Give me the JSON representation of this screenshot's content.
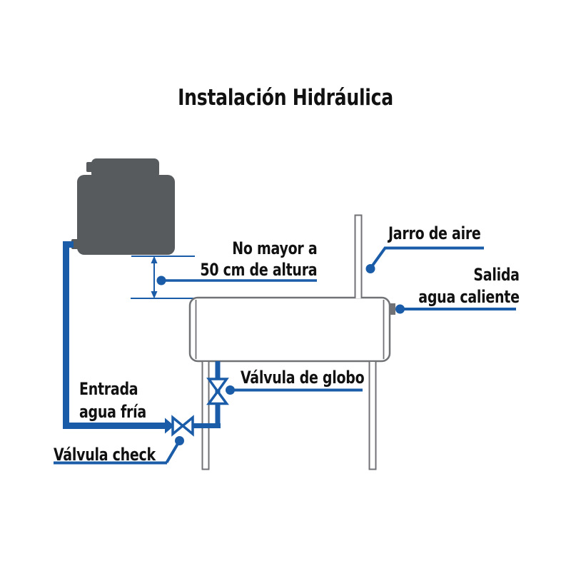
{
  "title": "Instalación Hidráulica",
  "colors": {
    "blue": "#1b5ca8",
    "tank-gray": "#575b5e",
    "outline-gray": "#707276",
    "ink": "#111111",
    "background": "#ffffff"
  },
  "labels": {
    "height_limit": {
      "line1": "No mayor a",
      "line2": "50 cm de altura"
    },
    "air_jar": "Jarro de aire",
    "hot_water_outlet": {
      "line1": "Salida",
      "line2": "agua caliente"
    },
    "globe_valve": "Válvula de globo",
    "cold_water_inlet": {
      "line1": "Entrada",
      "line2": "agua fría"
    },
    "check_valve": "Válvula check"
  }
}
